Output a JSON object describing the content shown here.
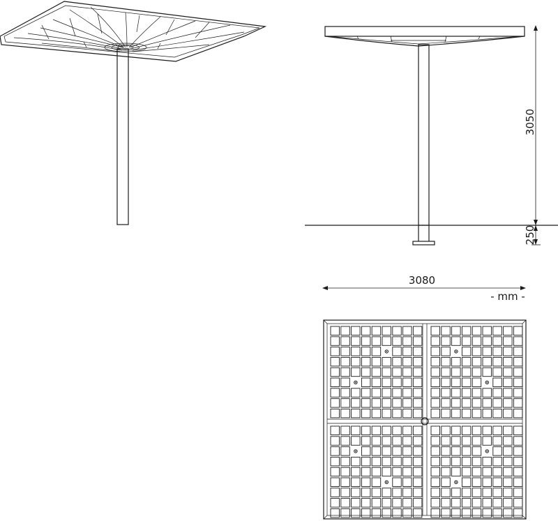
{
  "drawing": {
    "height_dim": "3050",
    "foundation_dim": "250",
    "width_dim": "3080",
    "unit_note": "- mm -"
  },
  "plan": {
    "cols": 9,
    "rows": 9
  },
  "colors": {
    "line": "#1a1a1a",
    "background": "#ffffff"
  }
}
